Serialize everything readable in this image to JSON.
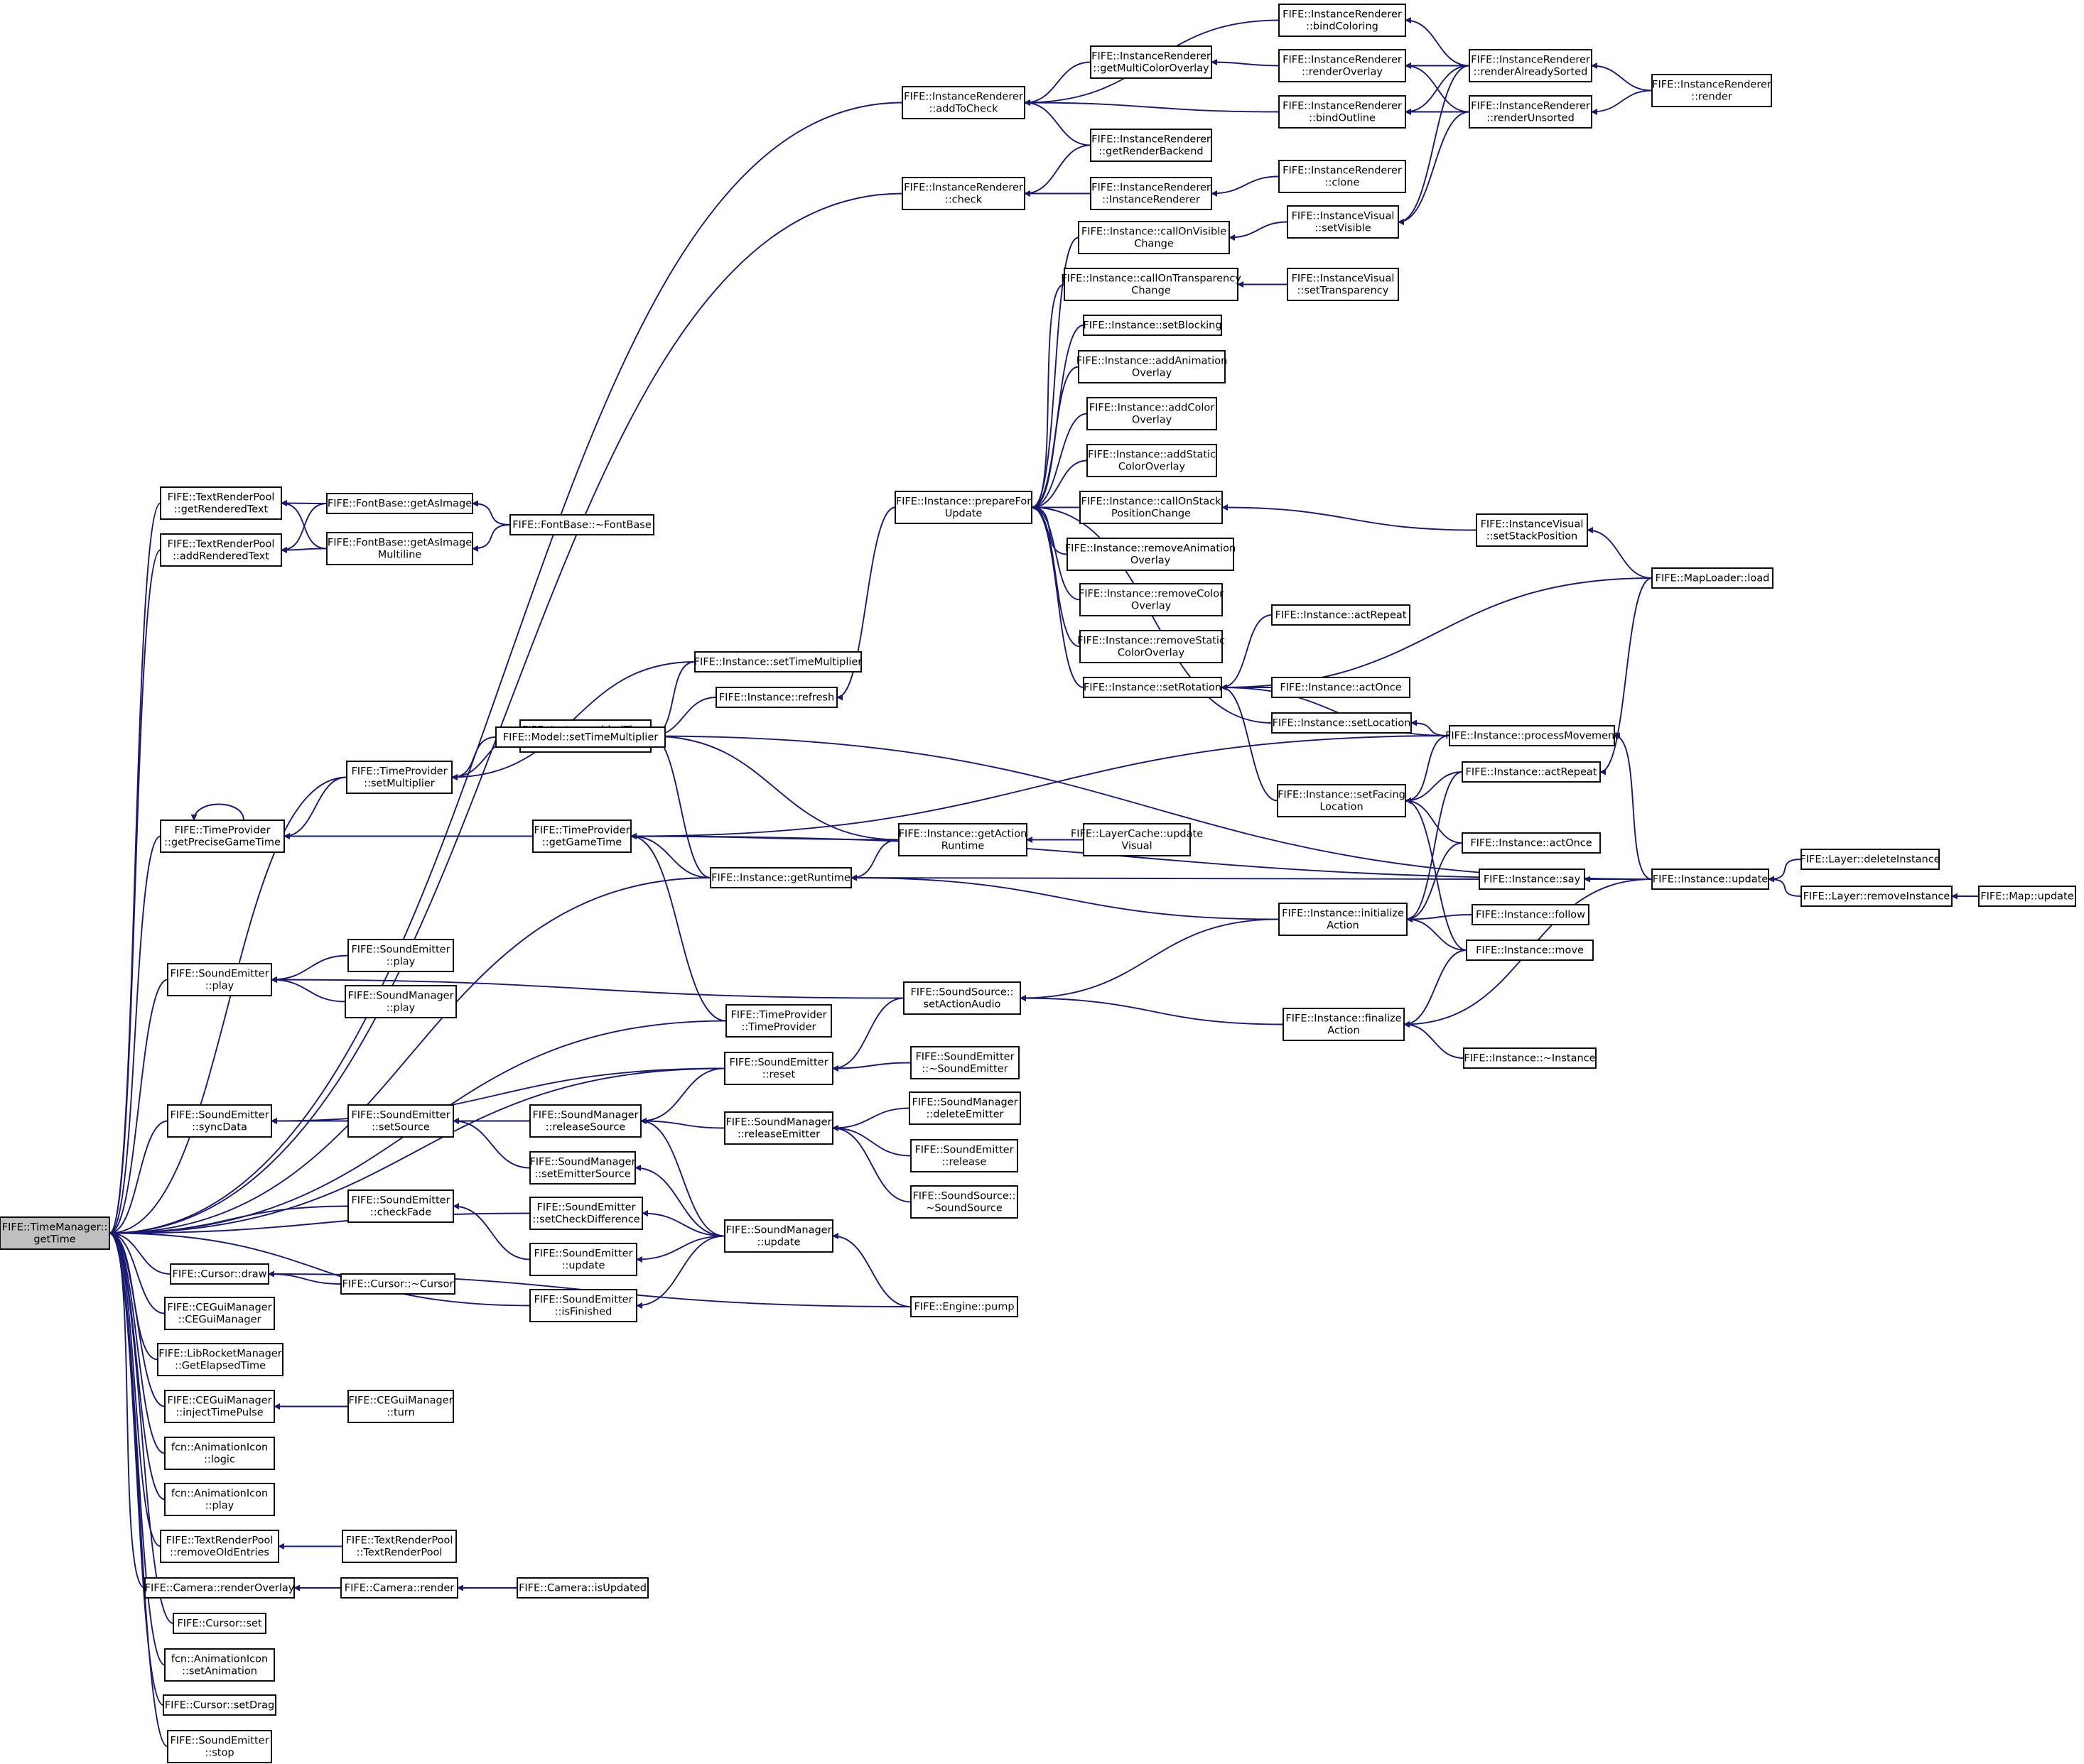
{
  "graph": {
    "root": "n0",
    "nodes": [
      {
        "id": "n0",
        "lines": [
          "FIFE::TimeManager::",
          "getTime"
        ],
        "root": true
      },
      {
        "id": "n1",
        "lines": [
          "FIFE::TextRenderPool",
          "::getRenderedText"
        ]
      },
      {
        "id": "n2",
        "lines": [
          "FIFE::TextRenderPool",
          "::addRenderedText"
        ]
      },
      {
        "id": "n3",
        "lines": [
          "FIFE::FontBase::getAsImage"
        ]
      },
      {
        "id": "n4",
        "lines": [
          "FIFE::FontBase::getAsImage",
          "Multiline"
        ]
      },
      {
        "id": "n5",
        "lines": [
          "FIFE::FontBase::~FontBase"
        ]
      },
      {
        "id": "n6",
        "lines": [
          "FIFE::TimeProvider",
          "::getPreciseGameTime"
        ]
      },
      {
        "id": "n7",
        "lines": [
          "FIFE::TimeProvider",
          "::setMultiplier"
        ]
      },
      {
        "id": "n8",
        "lines": [
          "FIFE::TimeProvider",
          "::getGameTime"
        ]
      },
      {
        "id": "n9",
        "lines": [
          "FIFE::Instance::bindTime",
          "Provider"
        ]
      },
      {
        "id": "n10",
        "lines": [
          "FIFE::Model::setTimeMultiplier"
        ]
      },
      {
        "id": "n11",
        "lines": [
          "FIFE::Instance::setTimeMultiplier"
        ]
      },
      {
        "id": "n12",
        "lines": [
          "FIFE::Instance::refresh"
        ]
      },
      {
        "id": "n13",
        "lines": [
          "FIFE::Instance::getRuntime"
        ]
      },
      {
        "id": "n14",
        "lines": [
          "FIFE::Instance::getAction",
          "Runtime"
        ]
      },
      {
        "id": "n15",
        "lines": [
          "FIFE::LayerCache::update",
          "Visual"
        ]
      },
      {
        "id": "n16",
        "lines": [
          "FIFE::TimeProvider",
          "::TimeProvider"
        ]
      },
      {
        "id": "n17",
        "lines": [
          "FIFE::InstanceRenderer",
          "::addToCheck"
        ]
      },
      {
        "id": "n18",
        "lines": [
          "FIFE::InstanceRenderer",
          "::check"
        ]
      },
      {
        "id": "n19",
        "lines": [
          "FIFE::InstanceRenderer",
          "::getMultiColorOverlay"
        ]
      },
      {
        "id": "n20",
        "lines": [
          "FIFE::InstanceRenderer",
          "::getRenderBackend"
        ]
      },
      {
        "id": "n21",
        "lines": [
          "FIFE::InstanceRenderer",
          "::InstanceRenderer"
        ]
      },
      {
        "id": "n22",
        "lines": [
          "FIFE::InstanceRenderer",
          "::bindColoring"
        ]
      },
      {
        "id": "n23",
        "lines": [
          "FIFE::InstanceRenderer",
          "::renderOverlay"
        ]
      },
      {
        "id": "n24",
        "lines": [
          "FIFE::InstanceRenderer",
          "::bindOutline"
        ]
      },
      {
        "id": "n25",
        "lines": [
          "FIFE::InstanceRenderer",
          "::clone"
        ]
      },
      {
        "id": "n26",
        "lines": [
          "FIFE::InstanceRenderer",
          "::renderAlreadySorted"
        ]
      },
      {
        "id": "n27",
        "lines": [
          "FIFE::InstanceRenderer",
          "::renderUnsorted"
        ]
      },
      {
        "id": "n28",
        "lines": [
          "FIFE::InstanceRenderer",
          "::render"
        ]
      },
      {
        "id": "n29",
        "lines": [
          "FIFE::Instance::prepareFor",
          "Update"
        ]
      },
      {
        "id": "n30",
        "lines": [
          "FIFE::Instance::callOnVisible",
          "Change"
        ]
      },
      {
        "id": "n31",
        "lines": [
          "FIFE::Instance::callOnTransparency",
          "Change"
        ]
      },
      {
        "id": "n32",
        "lines": [
          "FIFE::Instance::setBlocking"
        ]
      },
      {
        "id": "n33",
        "lines": [
          "FIFE::Instance::addAnimation",
          "Overlay"
        ]
      },
      {
        "id": "n34",
        "lines": [
          "FIFE::Instance::addColor",
          "Overlay"
        ]
      },
      {
        "id": "n35",
        "lines": [
          "FIFE::Instance::addStatic",
          "ColorOverlay"
        ]
      },
      {
        "id": "n36",
        "lines": [
          "FIFE::Instance::callOnStack",
          "PositionChange"
        ]
      },
      {
        "id": "n37",
        "lines": [
          "FIFE::Instance::removeAnimation",
          "Overlay"
        ]
      },
      {
        "id": "n38",
        "lines": [
          "FIFE::Instance::removeColor",
          "Overlay"
        ]
      },
      {
        "id": "n39",
        "lines": [
          "FIFE::Instance::removeStatic",
          "ColorOverlay"
        ]
      },
      {
        "id": "n40",
        "lines": [
          "FIFE::Instance::setRotation"
        ]
      },
      {
        "id": "n41",
        "lines": [
          "FIFE::InstanceVisual",
          "::setVisible"
        ]
      },
      {
        "id": "n42",
        "lines": [
          "FIFE::InstanceVisual",
          "::setTransparency"
        ]
      },
      {
        "id": "n43",
        "lines": [
          "FIFE::InstanceVisual",
          "::setStackPosition"
        ]
      },
      {
        "id": "n44",
        "lines": [
          "FIFE::MapLoader::load"
        ]
      },
      {
        "id": "n45",
        "lines": [
          "FIFE::Instance::actRepeat"
        ]
      },
      {
        "id": "n46",
        "lines": [
          "FIFE::Instance::actOnce"
        ]
      },
      {
        "id": "n47",
        "lines": [
          "FIFE::Instance::setLocation"
        ]
      },
      {
        "id": "n48",
        "lines": [
          "FIFE::Instance::processMovement"
        ]
      },
      {
        "id": "n49",
        "lines": [
          "FIFE::Instance::setFacing",
          "Location"
        ]
      },
      {
        "id": "n50",
        "lines": [
          "FIFE::Instance::actRepeat"
        ]
      },
      {
        "id": "n51",
        "lines": [
          "FIFE::Instance::actOnce"
        ]
      },
      {
        "id": "n52",
        "lines": [
          "FIFE::Instance::say"
        ]
      },
      {
        "id": "n53",
        "lines": [
          "FIFE::Instance::update"
        ]
      },
      {
        "id": "n54",
        "lines": [
          "FIFE::Layer::deleteInstance"
        ]
      },
      {
        "id": "n55",
        "lines": [
          "FIFE::Layer::removeInstance"
        ]
      },
      {
        "id": "n56",
        "lines": [
          "FIFE::Map::update"
        ]
      },
      {
        "id": "n57",
        "lines": [
          "FIFE::Instance::initialize",
          "Action"
        ]
      },
      {
        "id": "n58",
        "lines": [
          "FIFE::Instance::follow"
        ]
      },
      {
        "id": "n59",
        "lines": [
          "FIFE::Instance::move"
        ]
      },
      {
        "id": "n60",
        "lines": [
          "FIFE::Instance::finalize",
          "Action"
        ]
      },
      {
        "id": "n61",
        "lines": [
          "FIFE::Instance::~Instance"
        ]
      },
      {
        "id": "n62",
        "lines": [
          "FIFE::SoundEmitter",
          "::play"
        ]
      },
      {
        "id": "n63",
        "lines": [
          "FIFE::SoundEmitter",
          "::play"
        ]
      },
      {
        "id": "n64",
        "lines": [
          "FIFE::SoundManager",
          "::play"
        ]
      },
      {
        "id": "n65",
        "lines": [
          "FIFE::SoundSource::",
          "setActionAudio"
        ]
      },
      {
        "id": "n66",
        "lines": [
          "FIFE::SoundEmitter",
          "::reset"
        ]
      },
      {
        "id": "n67",
        "lines": [
          "FIFE::SoundEmitter",
          "::~SoundEmitter"
        ]
      },
      {
        "id": "n68",
        "lines": [
          "FIFE::SoundEmitter",
          "::syncData"
        ]
      },
      {
        "id": "n69",
        "lines": [
          "FIFE::SoundEmitter",
          "::setSource"
        ]
      },
      {
        "id": "n70",
        "lines": [
          "FIFE::SoundManager",
          "::releaseSource"
        ]
      },
      {
        "id": "n71",
        "lines": [
          "FIFE::SoundManager",
          "::setEmitterSource"
        ]
      },
      {
        "id": "n72",
        "lines": [
          "FIFE::SoundManager",
          "::releaseEmitter"
        ]
      },
      {
        "id": "n73",
        "lines": [
          "FIFE::SoundManager",
          "::deleteEmitter"
        ]
      },
      {
        "id": "n74",
        "lines": [
          "FIFE::SoundEmitter",
          "::release"
        ]
      },
      {
        "id": "n75",
        "lines": [
          "FIFE::SoundSource::",
          "~SoundSource"
        ]
      },
      {
        "id": "n76",
        "lines": [
          "FIFE::SoundEmitter",
          "::checkFade"
        ]
      },
      {
        "id": "n77",
        "lines": [
          "FIFE::SoundEmitter",
          "::setCheckDifference"
        ]
      },
      {
        "id": "n78",
        "lines": [
          "FIFE::SoundEmitter",
          "::update"
        ]
      },
      {
        "id": "n79",
        "lines": [
          "FIFE::SoundManager",
          "::update"
        ]
      },
      {
        "id": "n80",
        "lines": [
          "FIFE::SoundEmitter",
          "::isFinished"
        ]
      },
      {
        "id": "n81",
        "lines": [
          "FIFE::Cursor::draw"
        ]
      },
      {
        "id": "n82",
        "lines": [
          "FIFE::Cursor::~Cursor"
        ]
      },
      {
        "id": "n83",
        "lines": [
          "FIFE::Engine::pump"
        ]
      },
      {
        "id": "n84",
        "lines": [
          "FIFE::CEGuiManager",
          "::CEGuiManager"
        ]
      },
      {
        "id": "n85",
        "lines": [
          "FIFE::LibRocketManager",
          "::GetElapsedTime"
        ]
      },
      {
        "id": "n86",
        "lines": [
          "FIFE::CEGuiManager",
          "::injectTimePulse"
        ]
      },
      {
        "id": "n87",
        "lines": [
          "FIFE::CEGuiManager",
          "::turn"
        ]
      },
      {
        "id": "n88",
        "lines": [
          "fcn::AnimationIcon",
          "::logic"
        ]
      },
      {
        "id": "n89",
        "lines": [
          "fcn::AnimationIcon",
          "::play"
        ]
      },
      {
        "id": "n90",
        "lines": [
          "FIFE::TextRenderPool",
          "::removeOldEntries"
        ]
      },
      {
        "id": "n91",
        "lines": [
          "FIFE::TextRenderPool",
          "::TextRenderPool"
        ]
      },
      {
        "id": "n92",
        "lines": [
          "FIFE::Camera::renderOverlay"
        ]
      },
      {
        "id": "n93",
        "lines": [
          "FIFE::Camera::render"
        ]
      },
      {
        "id": "n94",
        "lines": [
          "FIFE::Camera::isUpdated"
        ]
      },
      {
        "id": "n95",
        "lines": [
          "FIFE::Cursor::set"
        ]
      },
      {
        "id": "n96",
        "lines": [
          "fcn::AnimationIcon",
          "::setAnimation"
        ]
      },
      {
        "id": "n97",
        "lines": [
          "FIFE::Cursor::setDrag"
        ]
      },
      {
        "id": "n98",
        "lines": [
          "FIFE::SoundEmitter",
          "::stop"
        ]
      }
    ],
    "edges": [
      [
        "n0",
        "n1"
      ],
      [
        "n0",
        "n2"
      ],
      [
        "n0",
        "n6"
      ],
      [
        "n0",
        "n7"
      ],
      [
        "n0",
        "n13"
      ],
      [
        "n0",
        "n16"
      ],
      [
        "n0",
        "n17"
      ],
      [
        "n0",
        "n18"
      ],
      [
        "n0",
        "n62"
      ],
      [
        "n0",
        "n66"
      ],
      [
        "n0",
        "n68"
      ],
      [
        "n0",
        "n76"
      ],
      [
        "n0",
        "n77"
      ],
      [
        "n0",
        "n80"
      ],
      [
        "n0",
        "n81"
      ],
      [
        "n0",
        "n84"
      ],
      [
        "n0",
        "n85"
      ],
      [
        "n0",
        "n86"
      ],
      [
        "n0",
        "n88"
      ],
      [
        "n0",
        "n89"
      ],
      [
        "n0",
        "n90"
      ],
      [
        "n0",
        "n92"
      ],
      [
        "n0",
        "n95"
      ],
      [
        "n0",
        "n96"
      ],
      [
        "n0",
        "n97"
      ],
      [
        "n0",
        "n98"
      ],
      [
        "n1",
        "n3"
      ],
      [
        "n1",
        "n4"
      ],
      [
        "n2",
        "n3"
      ],
      [
        "n2",
        "n4"
      ],
      [
        "n3",
        "n5"
      ],
      [
        "n4",
        "n5"
      ],
      [
        "n6",
        "n6"
      ],
      [
        "n6",
        "n7"
      ],
      [
        "n6",
        "n8"
      ],
      [
        "n7",
        "n9"
      ],
      [
        "n7",
        "n10"
      ],
      [
        "n7",
        "n11"
      ],
      [
        "n9",
        "n11"
      ],
      [
        "n9",
        "n12"
      ],
      [
        "n9",
        "n13"
      ],
      [
        "n9",
        "n14"
      ],
      [
        "n9",
        "n53"
      ],
      [
        "n12",
        "n29"
      ],
      [
        "n8",
        "n13"
      ],
      [
        "n8",
        "n14"
      ],
      [
        "n8",
        "n16"
      ],
      [
        "n8",
        "n48"
      ],
      [
        "n8",
        "n53"
      ],
      [
        "n13",
        "n14"
      ],
      [
        "n13",
        "n52"
      ],
      [
        "n13",
        "n57"
      ],
      [
        "n14",
        "n15"
      ],
      [
        "n17",
        "n19"
      ],
      [
        "n17",
        "n20"
      ],
      [
        "n17",
        "n22"
      ],
      [
        "n17",
        "n24"
      ],
      [
        "n18",
        "n20"
      ],
      [
        "n18",
        "n21"
      ],
      [
        "n19",
        "n23"
      ],
      [
        "n21",
        "n25"
      ],
      [
        "n22",
        "n26"
      ],
      [
        "n23",
        "n26"
      ],
      [
        "n23",
        "n27"
      ],
      [
        "n24",
        "n26"
      ],
      [
        "n24",
        "n27"
      ],
      [
        "n26",
        "n28"
      ],
      [
        "n27",
        "n28"
      ],
      [
        "n29",
        "n30"
      ],
      [
        "n29",
        "n31"
      ],
      [
        "n29",
        "n32"
      ],
      [
        "n29",
        "n33"
      ],
      [
        "n29",
        "n34"
      ],
      [
        "n29",
        "n35"
      ],
      [
        "n29",
        "n36"
      ],
      [
        "n29",
        "n37"
      ],
      [
        "n29",
        "n38"
      ],
      [
        "n29",
        "n39"
      ],
      [
        "n29",
        "n40"
      ],
      [
        "n29",
        "n47"
      ],
      [
        "n30",
        "n41"
      ],
      [
        "n31",
        "n42"
      ],
      [
        "n36",
        "n43"
      ],
      [
        "n41",
        "n26"
      ],
      [
        "n41",
        "n27"
      ],
      [
        "n43",
        "n44"
      ],
      [
        "n40",
        "n44"
      ],
      [
        "n40",
        "n45"
      ],
      [
        "n40",
        "n46"
      ],
      [
        "n40",
        "n48"
      ],
      [
        "n40",
        "n49"
      ],
      [
        "n47",
        "n48"
      ],
      [
        "n48",
        "n53"
      ],
      [
        "n49",
        "n48"
      ],
      [
        "n49",
        "n50"
      ],
      [
        "n49",
        "n51"
      ],
      [
        "n49",
        "n59"
      ],
      [
        "n50",
        "n44"
      ],
      [
        "n52",
        "n53"
      ],
      [
        "n53",
        "n54"
      ],
      [
        "n53",
        "n55"
      ],
      [
        "n55",
        "n56"
      ],
      [
        "n57",
        "n50"
      ],
      [
        "n57",
        "n51"
      ],
      [
        "n57",
        "n58"
      ],
      [
        "n57",
        "n59"
      ],
      [
        "n60",
        "n53"
      ],
      [
        "n60",
        "n59"
      ],
      [
        "n60",
        "n61"
      ],
      [
        "n62",
        "n63"
      ],
      [
        "n62",
        "n64"
      ],
      [
        "n62",
        "n65"
      ],
      [
        "n65",
        "n57"
      ],
      [
        "n65",
        "n60"
      ],
      [
        "n66",
        "n65"
      ],
      [
        "n66",
        "n67"
      ],
      [
        "n68",
        "n66"
      ],
      [
        "n68",
        "n69"
      ],
      [
        "n69",
        "n70"
      ],
      [
        "n69",
        "n71"
      ],
      [
        "n70",
        "n66"
      ],
      [
        "n70",
        "n72"
      ],
      [
        "n70",
        "n79"
      ],
      [
        "n71",
        "n79"
      ],
      [
        "n72",
        "n73"
      ],
      [
        "n72",
        "n74"
      ],
      [
        "n72",
        "n75"
      ],
      [
        "n76",
        "n78"
      ],
      [
        "n77",
        "n79"
      ],
      [
        "n78",
        "n79"
      ],
      [
        "n80",
        "n79"
      ],
      [
        "n79",
        "n83"
      ],
      [
        "n81",
        "n82"
      ],
      [
        "n81",
        "n83"
      ],
      [
        "n86",
        "n87"
      ],
      [
        "n90",
        "n91"
      ],
      [
        "n92",
        "n93"
      ],
      [
        "n93",
        "n94"
      ]
    ]
  }
}
